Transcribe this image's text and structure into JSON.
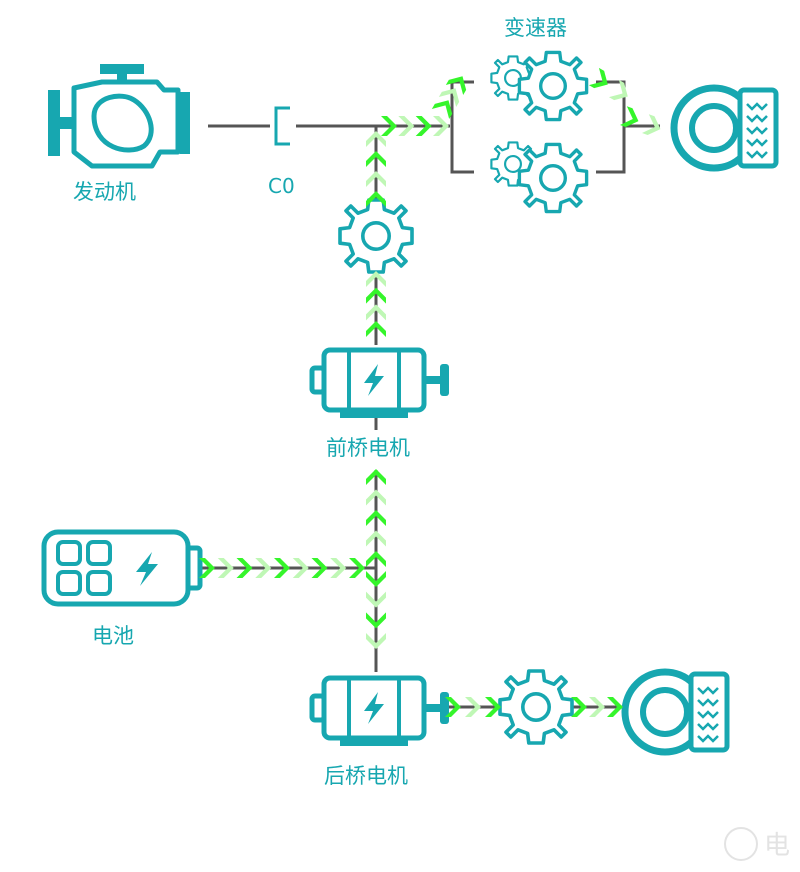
{
  "colors": {
    "component": "#17a7b0",
    "line": "#555555",
    "arrow_bright": "#35f52b",
    "arrow_light": "#bff7b5",
    "watermark": "#e3e3e3"
  },
  "labels": {
    "engine": "发动机",
    "clutch": "C0",
    "transmission": "变速器",
    "front_motor": "前桥电机",
    "battery": "电池",
    "rear_motor": "后桥电机"
  },
  "icons": {
    "engine": "engine-icon",
    "clutch": "clutch-icon",
    "gear": "gear-icon",
    "motor": "electric-motor-icon",
    "battery": "battery-icon",
    "wheel": "tire-icon"
  },
  "watermark": {
    "text": "电"
  }
}
